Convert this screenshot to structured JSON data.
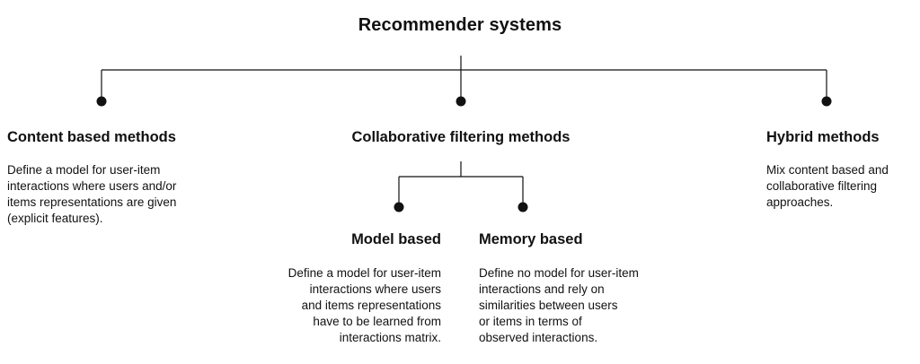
{
  "title": "Recommender systems",
  "categories": {
    "content_based": {
      "heading": "Content based methods",
      "description": "Define a model for user-item\ninteractions where users and/or\nitems representations are given\n(explicit features)."
    },
    "collaborative": {
      "heading": "Collaborative filtering methods",
      "model_based": {
        "heading": "Model based",
        "description": "Define a model for user-item\ninteractions where users\nand items representations\nhave to be learned from\ninteractions matrix."
      },
      "memory_based": {
        "heading": "Memory based",
        "description": "Define no model for user-item\ninteractions and rely on\nsimilarities between users\nor items in terms of\nobserved interactions."
      }
    },
    "hybrid": {
      "heading": "Hybrid methods",
      "description": "Mix content based and\ncollaborative filtering\napproaches."
    }
  },
  "colors": {
    "line": "#111111",
    "text": "#111111",
    "background": "#ffffff"
  }
}
